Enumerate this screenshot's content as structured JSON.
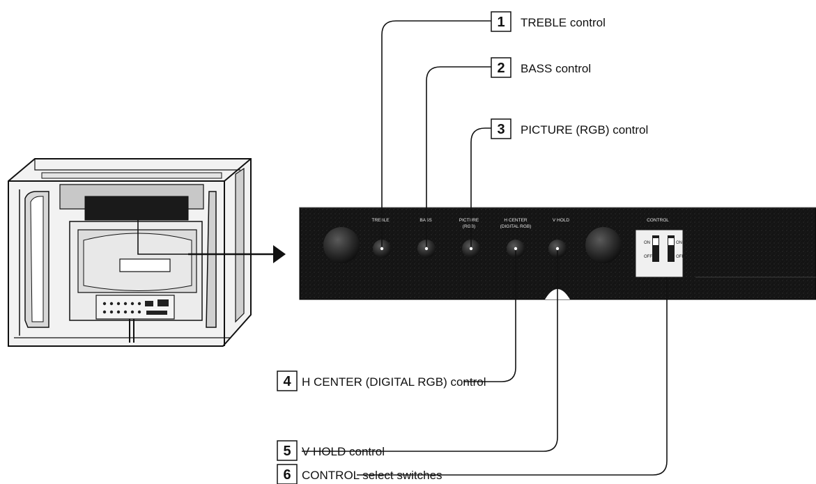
{
  "callouts": [
    {
      "number": "1",
      "label": "TREBLE control"
    },
    {
      "number": "2",
      "label": "BASS control"
    },
    {
      "number": "3",
      "label": "PICTURE (RGB) control"
    },
    {
      "number": "4",
      "label": "H CENTER (DIGITAL RGB) control"
    },
    {
      "number": "5",
      "label": "V HOLD control"
    },
    {
      "number": "6",
      "label": "CONTROL select switches"
    }
  ],
  "panel_labels": {
    "treble": "TREBLE",
    "bass": "BASS",
    "picture_1": "PICTURE",
    "picture_2": "(RGB)",
    "hcenter_1": "H CENTER",
    "hcenter_2": "(DIGITAL RGB)",
    "vhold": "V HOLD",
    "control": "CONTROL"
  },
  "switch_labels": {
    "on_1": "ON",
    "off_1": "OFF",
    "on_2": "ON",
    "off_2": "OFF"
  }
}
